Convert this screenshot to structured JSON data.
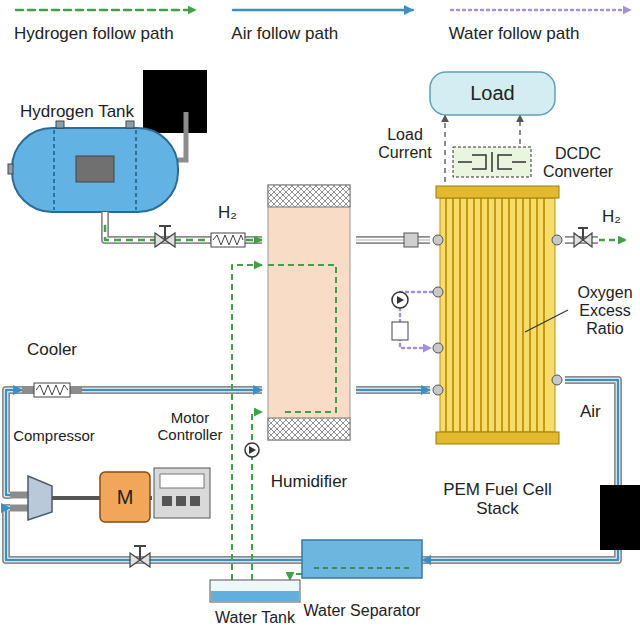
{
  "diagram": {
    "nodes": [
      {
        "text": [
          "Hydrogen Tank"
        ]
      },
      {
        "text": [
          "Load"
        ]
      },
      {
        "text": [
          "DCDC Converter"
        ]
      },
      {
        "text": [
          "Humidifier"
        ]
      },
      {
        "text": [
          "PEM Fuel Cell Stack"
        ]
      },
      {
        "text": [
          "Cooler"
        ]
      },
      {
        "text": [
          "Compressor"
        ]
      },
      {
        "text": [
          "M"
        ]
      },
      {
        "text": [
          "Motor Controller"
        ]
      },
      {
        "text": [
          "Water Tank"
        ]
      },
      {
        "text": [
          "Water Separator"
        ]
      }
    ],
    "edges": [
      {
        "from": 0,
        "to": 3,
        "arrow": "to"
      },
      {
        "from": 3,
        "to": 4,
        "arrow": "none"
      },
      {
        "from": 6,
        "to": 5,
        "arrow": "to"
      },
      {
        "from": 5,
        "to": 3,
        "arrow": "to"
      },
      {
        "from": 3,
        "to": 4,
        "arrow": "to"
      },
      {
        "from": 4,
        "to": 10,
        "arrow": "to"
      },
      {
        "from": 10,
        "to": 6,
        "arrow": "to"
      },
      {
        "from": 10,
        "to": 9,
        "arrow": "to"
      },
      {
        "from": 9,
        "to": 3,
        "arrow": "to"
      },
      {
        "from": 9,
        "to": 3,
        "arrow": "to"
      },
      {
        "from": 4,
        "to": 1,
        "arrow": "to"
      },
      {
        "from": 2,
        "to": 1,
        "arrow": "to"
      },
      {
        "from": 7,
        "to": 6,
        "arrow": "none"
      },
      {
        "from": 8,
        "to": 7,
        "arrow": "none"
      }
    ],
    "labels": [
      "H₂",
      "H₂",
      "Load Current",
      "Oxygen Excess Ratio",
      "Air"
    ],
    "legend": [
      {
        "text": "Hydrogen follow path"
      },
      {
        "text": "Air follow path"
      },
      {
        "text": "Water follow path"
      }
    ]
  }
}
